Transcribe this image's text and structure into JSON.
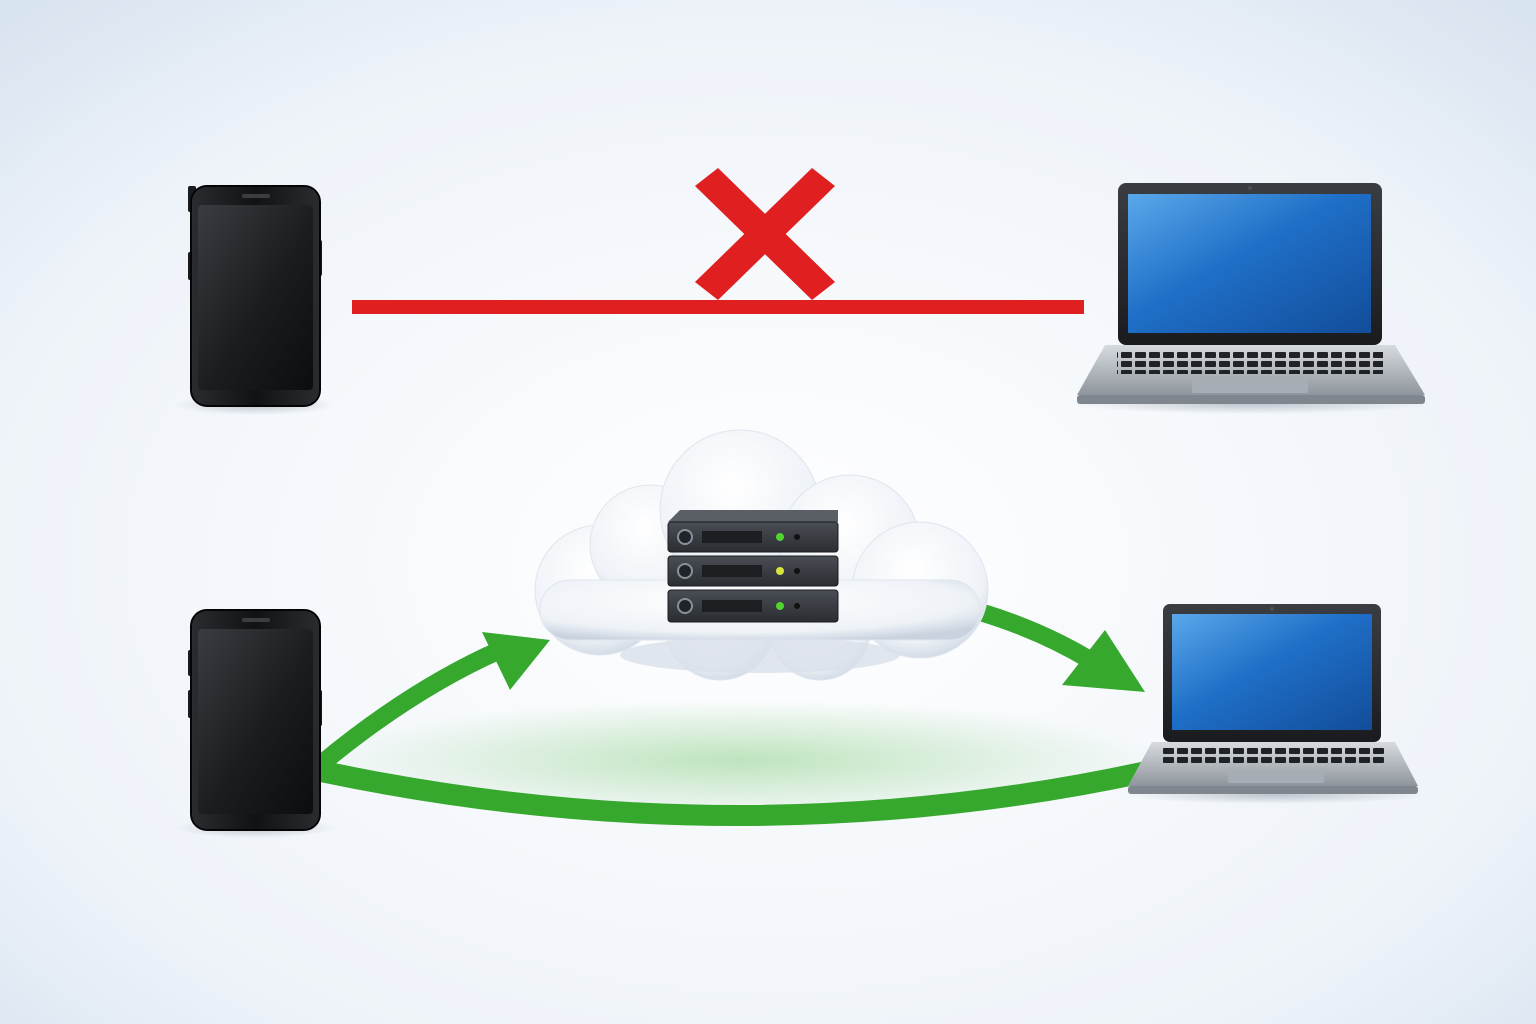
{
  "diagram": {
    "scenarios": [
      {
        "id": "direct",
        "status": "blocked",
        "nodes": [
          {
            "role": "source",
            "device": "smartphone",
            "icon": "smartphone-icon"
          },
          {
            "role": "target",
            "device": "laptop",
            "icon": "laptop-icon"
          }
        ],
        "links": [
          {
            "from": "smartphone",
            "to": "laptop",
            "style": "straight-line",
            "color": "#e02020",
            "marker": "x-mark-icon"
          }
        ]
      },
      {
        "id": "via-cloud",
        "status": "allowed",
        "nodes": [
          {
            "role": "source",
            "device": "smartphone",
            "icon": "smartphone-icon"
          },
          {
            "role": "relay",
            "device": "cloud-server",
            "icon": "cloud-server-icon",
            "server_units": 3,
            "led_colors": [
              "#52d430",
              "#d8e43a",
              "#52d430"
            ]
          },
          {
            "role": "target",
            "device": "laptop",
            "icon": "laptop-icon"
          }
        ],
        "links": [
          {
            "from": "smartphone",
            "to": "cloud-server",
            "style": "curved-arrow",
            "color": "#36a82e"
          },
          {
            "from": "cloud-server",
            "to": "laptop",
            "style": "curved-arrow",
            "color": "#36a82e"
          },
          {
            "from": "smartphone",
            "to": "laptop",
            "style": "curved-band",
            "color": "#36a82e"
          }
        ]
      }
    ]
  },
  "colors": {
    "blocked": "#e02020",
    "allowed": "#36a82e",
    "screen": "#1f6fc8",
    "device_body": "#151618"
  }
}
